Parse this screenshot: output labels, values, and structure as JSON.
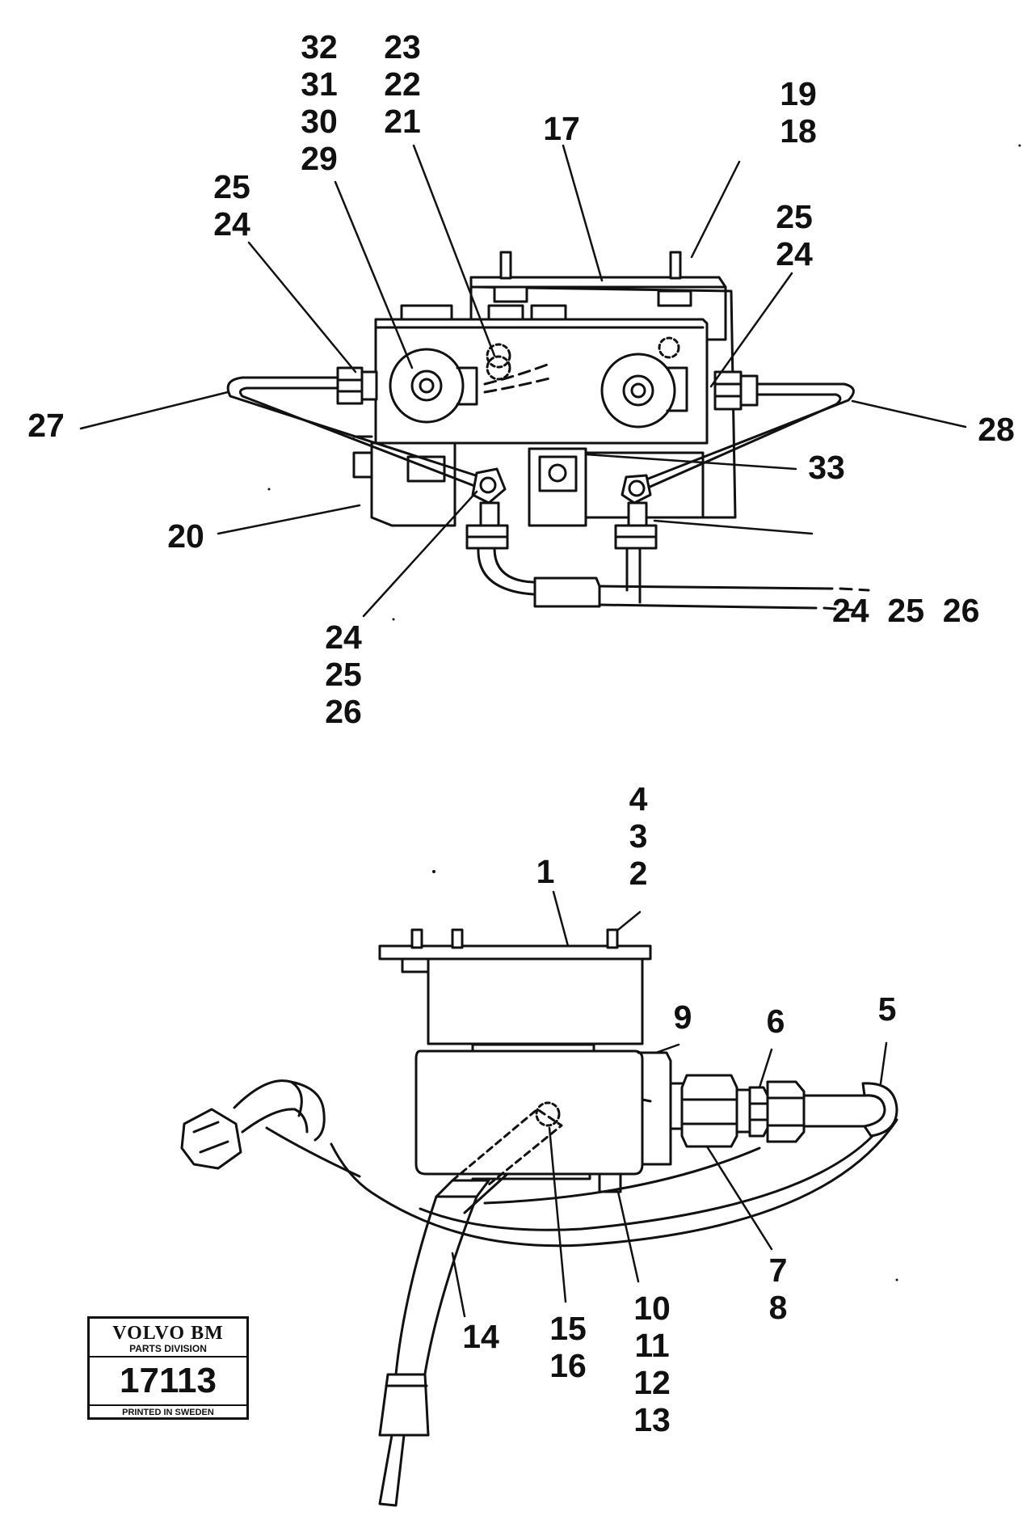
{
  "labels": [
    {
      "id": "l-32-31-30-29",
      "lines": [
        "32",
        "31",
        "30",
        "29"
      ]
    },
    {
      "id": "l-23-22-21",
      "lines": [
        "23",
        "22",
        "21"
      ]
    },
    {
      "id": "l-19-18",
      "lines": [
        "19",
        "18"
      ]
    },
    {
      "id": "l-17",
      "lines": [
        "17"
      ]
    },
    {
      "id": "l-25-24-left",
      "lines": [
        "25",
        "24"
      ]
    },
    {
      "id": "l-25-24-right",
      "lines": [
        "25",
        "24"
      ]
    },
    {
      "id": "l-27",
      "lines": [
        "27"
      ]
    },
    {
      "id": "l-28",
      "lines": [
        "28"
      ]
    },
    {
      "id": "l-33",
      "lines": [
        "33"
      ]
    },
    {
      "id": "l-20",
      "lines": [
        "20"
      ]
    },
    {
      "id": "l-24-25-26-right",
      "lines": [
        "24  25  26"
      ]
    },
    {
      "id": "l-24-25-26-bottom",
      "lines": [
        "24",
        "25",
        "26"
      ]
    },
    {
      "id": "l-4-3-2",
      "lines": [
        "4",
        "3",
        "2"
      ]
    },
    {
      "id": "l-1",
      "lines": [
        "1"
      ]
    },
    {
      "id": "l-9",
      "lines": [
        "9"
      ]
    },
    {
      "id": "l-6",
      "lines": [
        "6"
      ]
    },
    {
      "id": "l-5",
      "lines": [
        "5"
      ]
    },
    {
      "id": "l-7-8",
      "lines": [
        "7",
        "8"
      ]
    },
    {
      "id": "l-10-13",
      "lines": [
        "10",
        "11",
        "12",
        "13"
      ]
    },
    {
      "id": "l-15-16",
      "lines": [
        "15",
        "16"
      ]
    },
    {
      "id": "l-14",
      "lines": [
        "14"
      ]
    }
  ],
  "logo": {
    "brand": "VOLVO BM",
    "division": "PARTS DIVISION",
    "number": "17113",
    "printed": "PRINTED IN SWEDEN"
  },
  "colors": {
    "ink": "#111111",
    "paper": "#ffffff"
  }
}
